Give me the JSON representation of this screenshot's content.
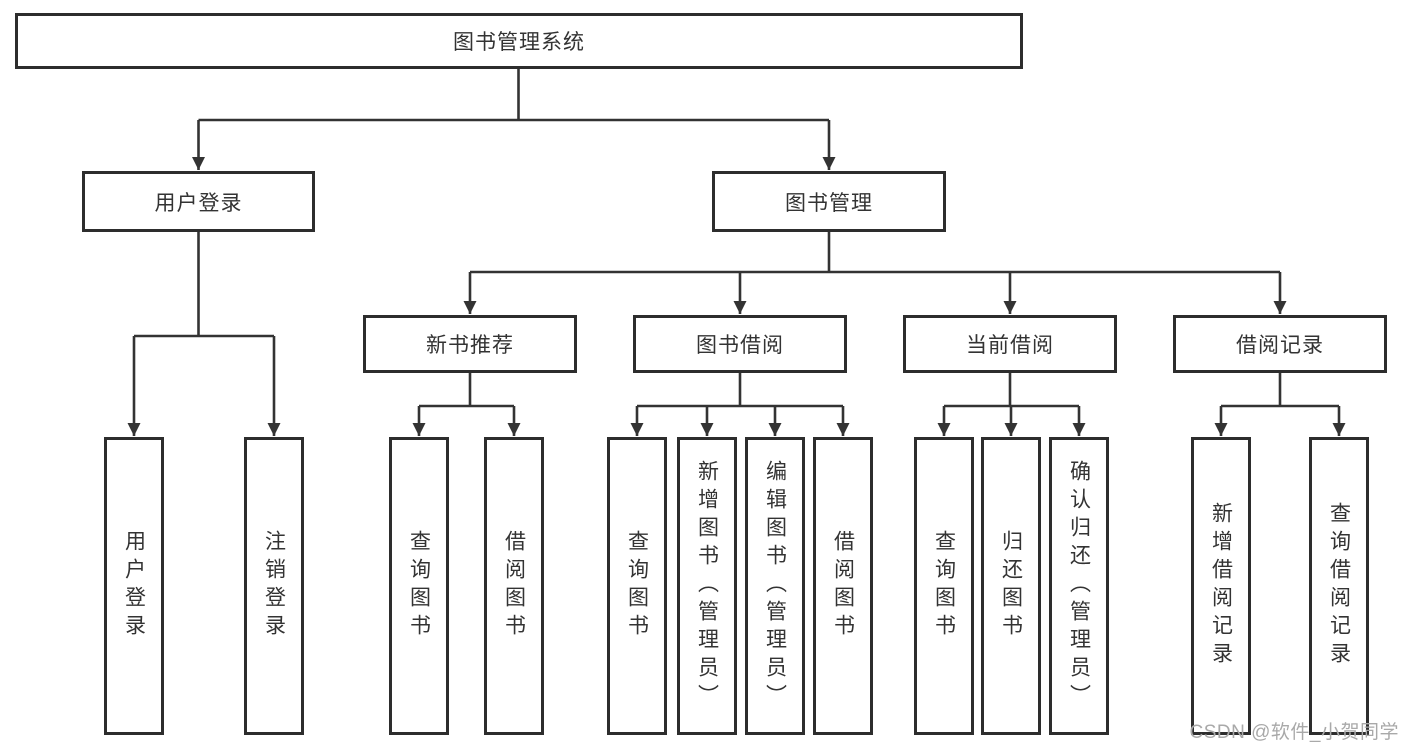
{
  "diagram": {
    "title": "图书管理系统",
    "branches": [
      {
        "label": "用户登录",
        "leaves": [
          "用户登录",
          "注销登录"
        ]
      },
      {
        "label": "图书管理",
        "children": [
          {
            "label": "新书推荐",
            "leaves": [
              "查询图书",
              "借阅图书"
            ]
          },
          {
            "label": "图书借阅",
            "leaves": [
              "查询图书",
              "新增图书（管理员）",
              "编辑图书（管理员）",
              "借阅图书"
            ]
          },
          {
            "label": "当前借阅",
            "leaves": [
              "查询图书",
              "归还图书",
              "确认归还（管理员）"
            ]
          },
          {
            "label": "借阅记录",
            "leaves": [
              "新增借阅记录",
              "查询借阅记录"
            ]
          }
        ]
      }
    ]
  },
  "watermark": "CSDN @软件_小贺同学",
  "colors": {
    "line": "#333333",
    "box_border": "#2d2d2d",
    "text": "#333333",
    "watermark": "#a9a9a9",
    "background": "#ffffff"
  }
}
